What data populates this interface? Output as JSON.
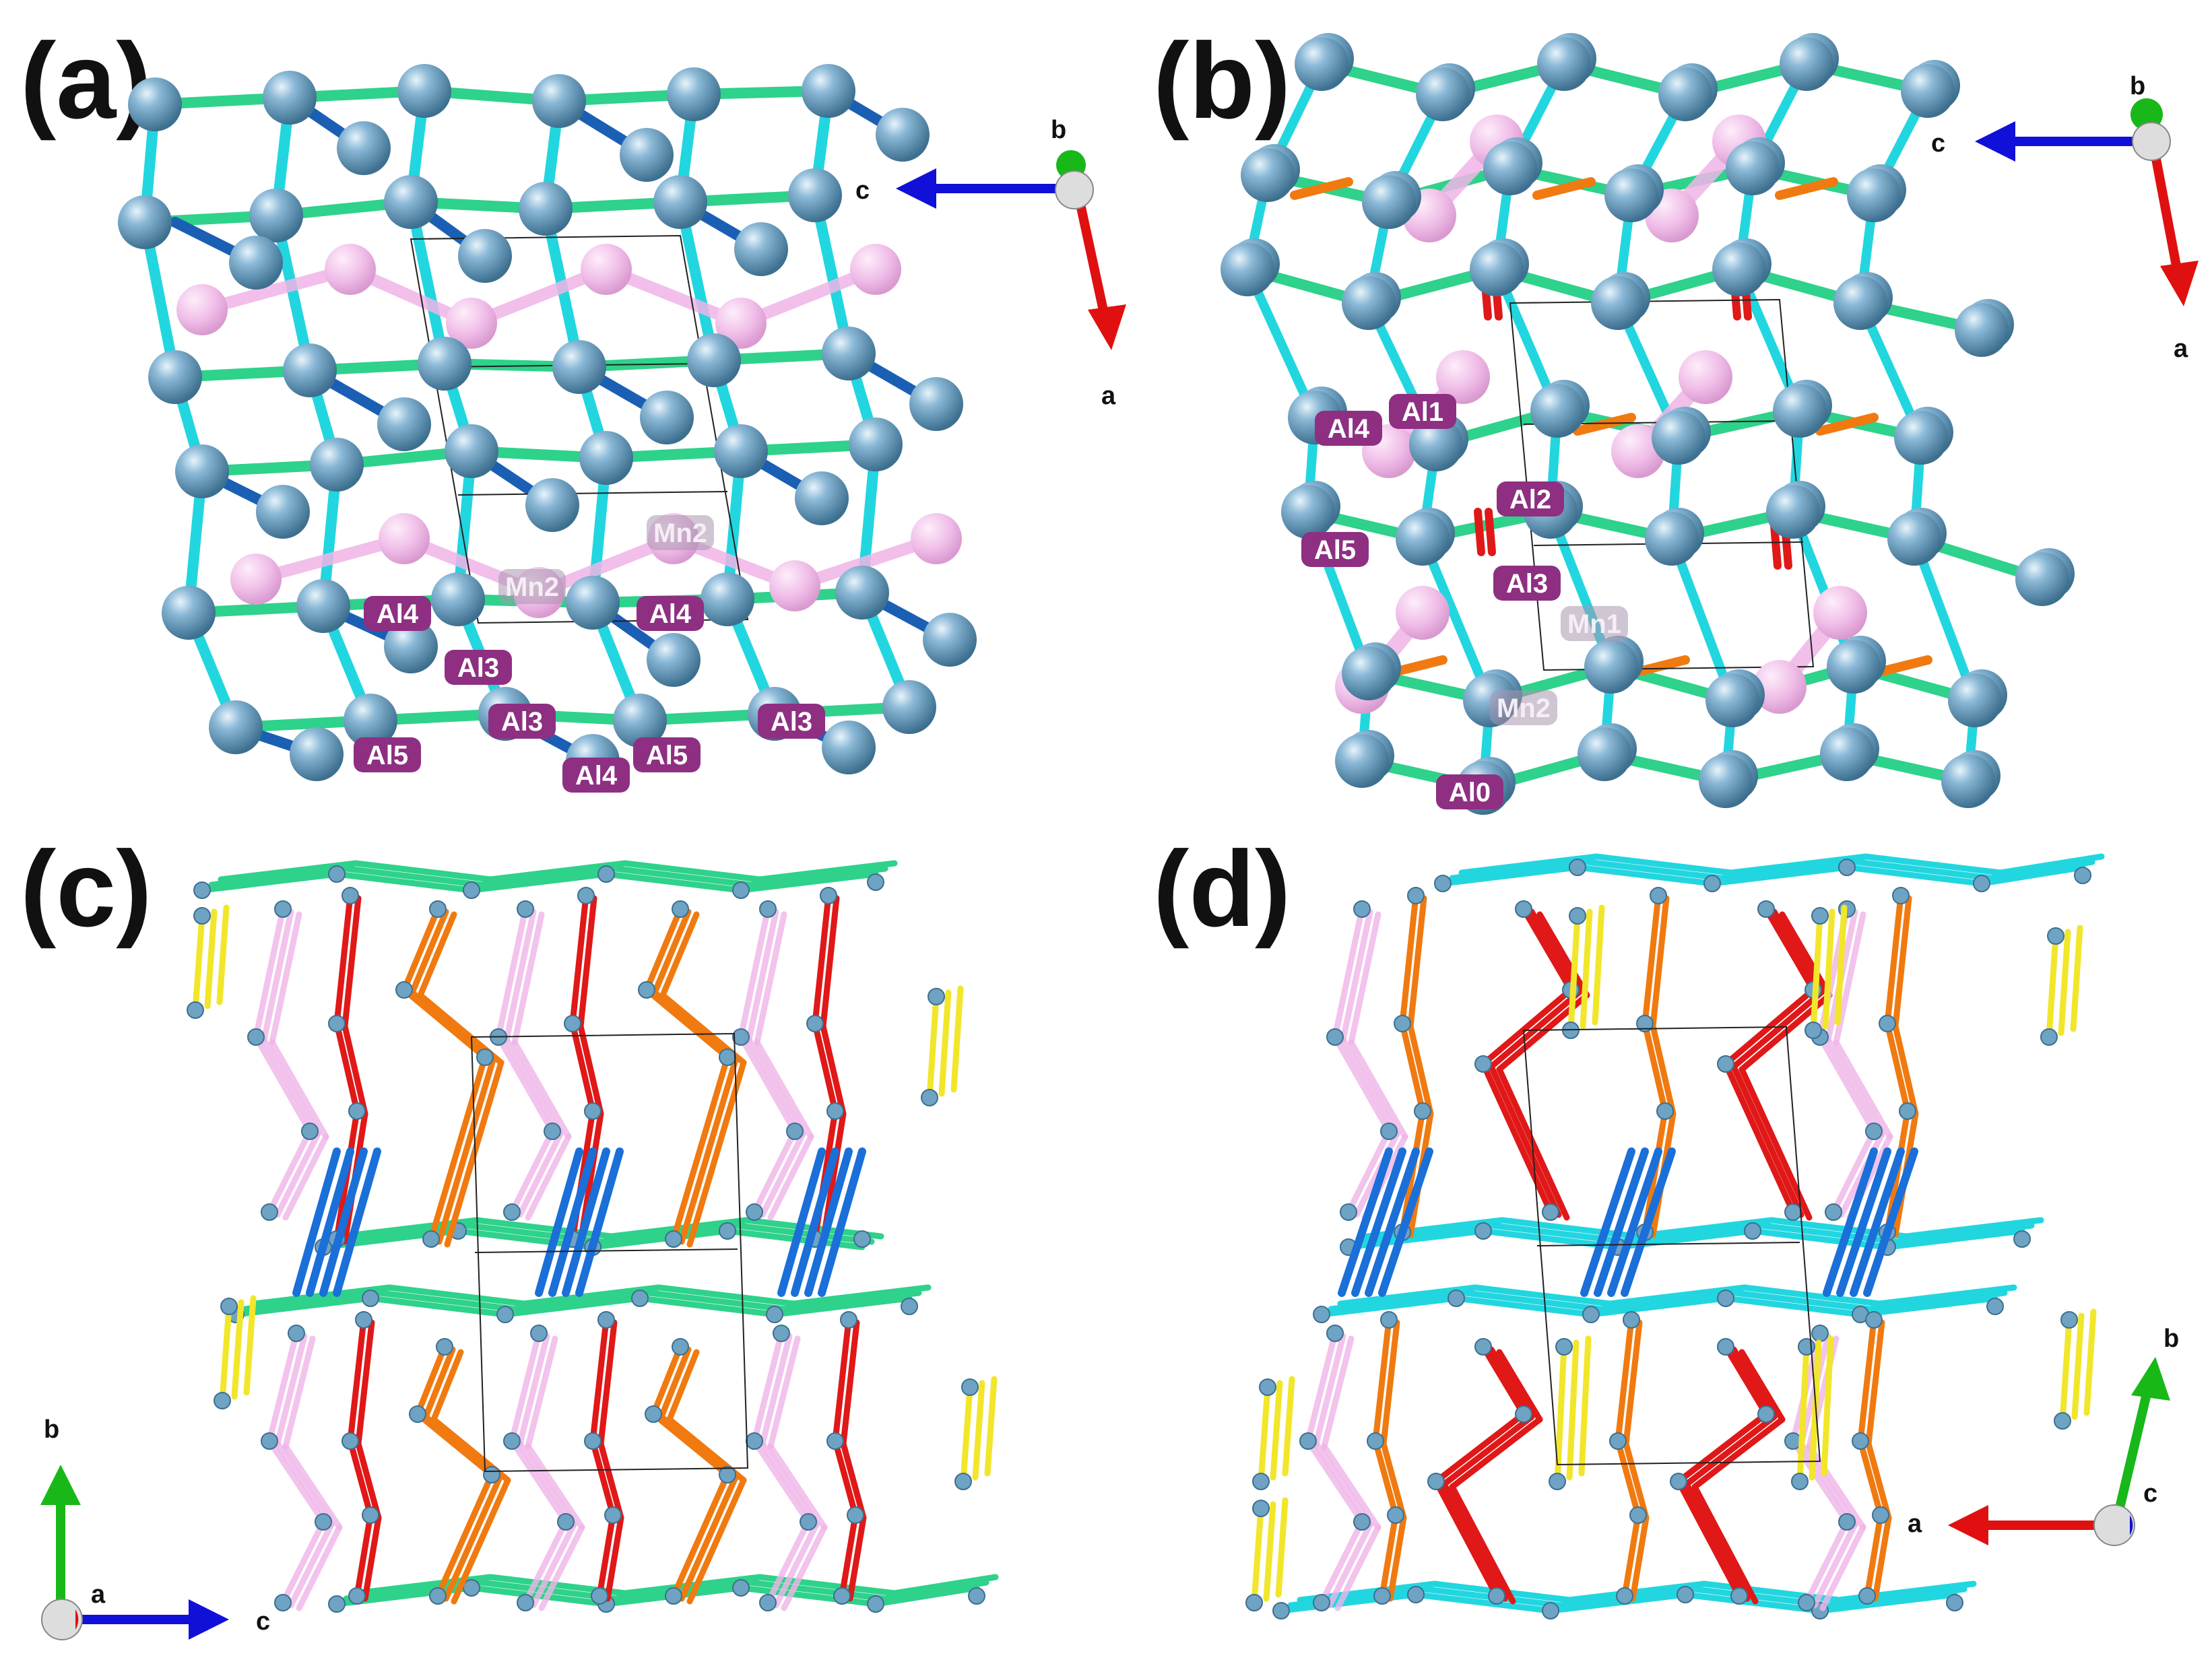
{
  "panels": {
    "a": {
      "label": "(a)",
      "axes": {
        "c": "c",
        "b": "b",
        "a": "a"
      },
      "site_labels": [
        "Mn2",
        "Mn2",
        "Al4",
        "Al3",
        "Al4",
        "Al5",
        "Al3",
        "Al4",
        "Al5",
        "Al3"
      ]
    },
    "b": {
      "label": "(b)",
      "axes": {
        "c": "c",
        "b": "b",
        "a": "a"
      },
      "site_labels": [
        "Al4",
        "Al1",
        "Al2",
        "Al5",
        "Al3",
        "Mn1",
        "Mn2",
        "Al0"
      ]
    },
    "c": {
      "label": "(c)",
      "axes": {
        "b": "b",
        "a": "a",
        "c": "c"
      }
    },
    "d": {
      "label": "(d)",
      "axes": {
        "b": "b",
        "a": "a",
        "c": "c"
      }
    }
  },
  "colors": {
    "atom_al": "#6fa3c4",
    "atom_mn": "#e79fdc",
    "bond_green": "#2ed28a",
    "bond_cyan": "#22d6e0",
    "bond_blue": "#1a5fb4",
    "bond_red": "#e01818",
    "bond_orange": "#f07a10",
    "bond_yellow": "#f2e62a",
    "bond_pink": "#f0b5e8",
    "axis_red": "#e01010",
    "axis_green": "#18b818",
    "axis_blue": "#1010d8",
    "label_bg": "#8e2f82"
  }
}
